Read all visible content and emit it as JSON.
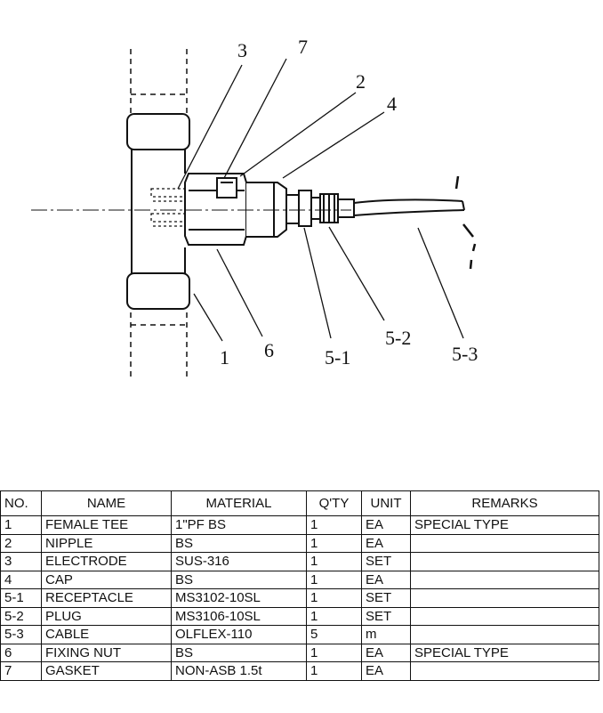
{
  "callouts": {
    "c3": "3",
    "c7": "7",
    "c2": "2",
    "c4": "4",
    "c1": "1",
    "c6": "6",
    "c51": "5-1",
    "c52": "5-2",
    "c53": "5-3"
  },
  "table": {
    "headers": [
      "NO.",
      "NAME",
      "MATERIAL",
      "Q'TY",
      "UNIT",
      "REMARKS"
    ],
    "rows": [
      [
        "1",
        "FEMALE TEE",
        "1\"PF    BS",
        "1",
        "EA",
        "SPECIAL TYPE"
      ],
      [
        "2",
        "NIPPLE",
        "BS",
        "1",
        "EA",
        ""
      ],
      [
        "3",
        "ELECTRODE",
        "SUS-316",
        "1",
        "SET",
        ""
      ],
      [
        "4",
        "CAP",
        "BS",
        "1",
        "EA",
        ""
      ],
      [
        "5-1",
        "RECEPTACLE",
        "MS3102-10SL",
        "1",
        "SET",
        ""
      ],
      [
        "5-2",
        "PLUG",
        "MS3106-10SL",
        "1",
        "SET",
        ""
      ],
      [
        "5-3",
        "CABLE",
        "OLFLEX-110",
        "5",
        "m",
        ""
      ],
      [
        "6",
        "FIXING NUT",
        "BS",
        "1",
        "EA",
        "SPECIAL TYPE"
      ],
      [
        "7",
        "GASKET",
        "NON-ASB 1.5t",
        "1",
        "EA",
        ""
      ]
    ]
  }
}
